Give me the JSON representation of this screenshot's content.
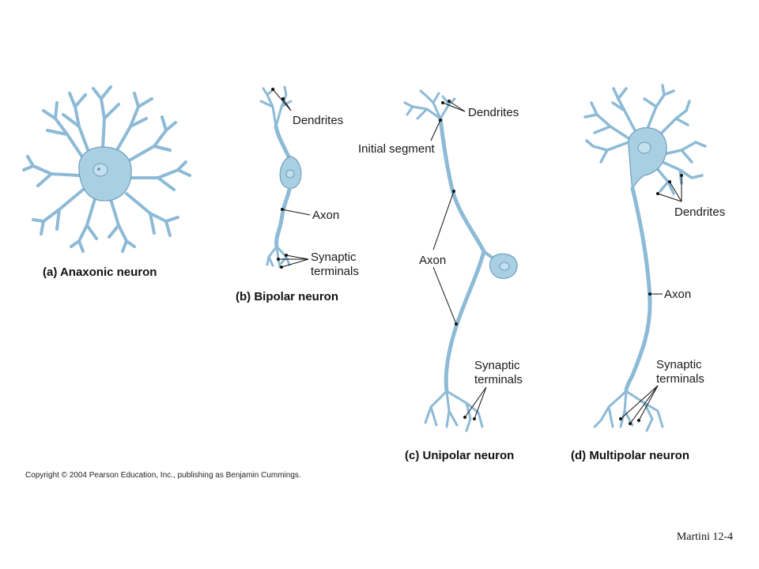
{
  "panels": {
    "anaxonic": {
      "caption": "(a) Anaxonic neuron"
    },
    "bipolar": {
      "caption": "(b) Bipolar neuron",
      "labels": {
        "dendrites": "Dendrites",
        "axon": "Axon",
        "synaptic_1": "Synaptic",
        "synaptic_2": "terminals"
      }
    },
    "unipolar": {
      "caption": "(c) Unipolar neuron",
      "labels": {
        "dendrites": "Dendrites",
        "initial_segment": "Initial segment",
        "axon": "Axon",
        "synaptic_1": "Synaptic",
        "synaptic_2": "terminals"
      }
    },
    "multipolar": {
      "caption": "(d) Multipolar neuron",
      "labels": {
        "dendrites": "Dendrites",
        "axon": "Axon",
        "synaptic_1": "Synaptic",
        "synaptic_2": "terminals"
      }
    }
  },
  "copyright": "Copyright © 2004 Pearson Education, Inc., publishing as Benjamin Cummings.",
  "credit": "Martini 12-4",
  "colors": {
    "neuron_fill": "#a9cfe3",
    "neuron_edge": "#6f9fbd",
    "leader": "#111111"
  }
}
